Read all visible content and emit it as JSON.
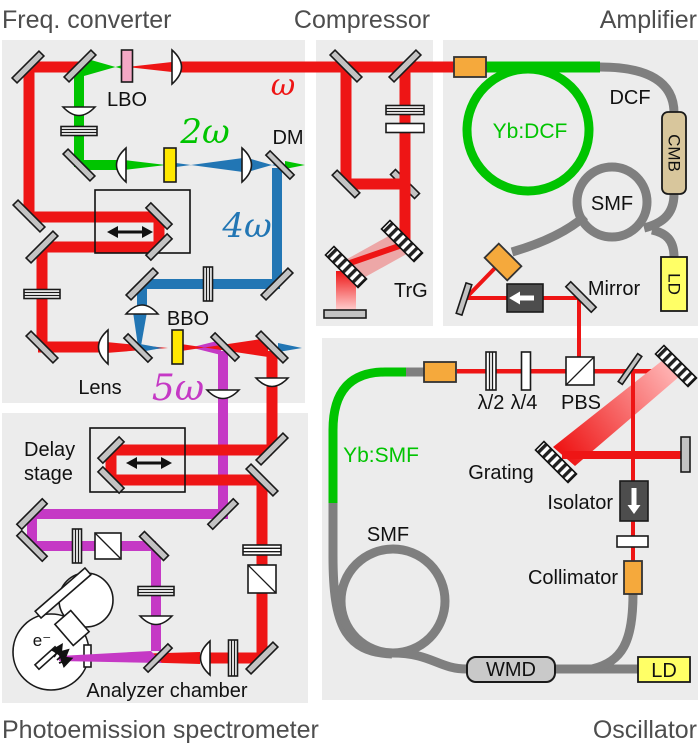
{
  "titles": {
    "freq_converter": "Freq. converter",
    "compressor": "Compressor",
    "amplifier": "Amplifier",
    "photoemission": "Photoemission spectrometer",
    "oscillator": "Oscillator"
  },
  "freq_converter": {
    "lbo": "LBO",
    "two_omega": "2ω",
    "dm": "DM",
    "omega": "ω",
    "four_omega": "4ω",
    "bbo": "BBO",
    "lens": "Lens",
    "five_omega": "5ω"
  },
  "compressor": {
    "trg": "TrG"
  },
  "amplifier": {
    "yb_dcf": "Yb:DCF",
    "dcf": "DCF",
    "cmb": "CMB",
    "smf": "SMF",
    "ld": "LD",
    "mirror": "Mirror"
  },
  "oscillator": {
    "yb_smf": "Yb:SMF",
    "smf": "SMF",
    "half_wave": "λ/2",
    "quarter_wave": "λ/4",
    "pbs": "PBS",
    "grating": "Grating",
    "isolator": "Isolator",
    "collimator": "Collimator",
    "wmd": "WMD",
    "ld": "LD"
  },
  "spectrometer": {
    "delay_word1": "Delay",
    "delay_word2": "stage",
    "analyzer_chamber": "Analyzer chamber",
    "electron": "e⁻"
  },
  "colors": {
    "panel": "#ececec",
    "title": "#4d4d4d",
    "red": "#ee1515",
    "green": "#00c400",
    "blue": "#2276b4",
    "purple": "#c539c5",
    "fiber": "#7f7f7f",
    "mirror": "#c3c3c3",
    "orange": "#f5a93c",
    "ld_yellow": "#ffff66",
    "cmb_tan": "#d8c69c",
    "wmd_gray": "#c9c9c9",
    "isolator_dark": "#4d4d4d",
    "lbo_pink": "#f3a8c5",
    "crystal_yellow": "#ffe800"
  }
}
